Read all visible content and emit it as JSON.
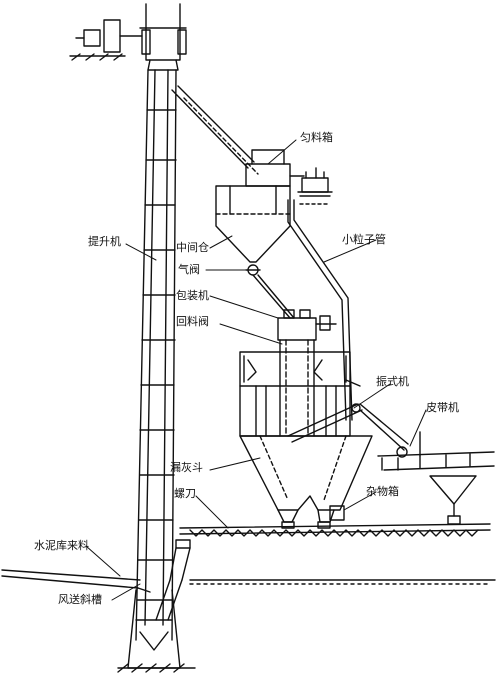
{
  "labels": {
    "distributor": "匀料箱",
    "elevator": "提升机",
    "intermediate_bin": "中间仓",
    "air_valve": "气阀",
    "small_return_pipe": "小粒子管",
    "packer_return_valve": "包装机",
    "packer_return_valve_2": "回料阀",
    "vibrating_screen": "振式机",
    "belt_conveyor": "皮带机",
    "ash_bucket": "漏灰斗",
    "debris_box": "杂物箱",
    "screw": "螺刀",
    "cement_raw_material": "水泥库来料",
    "air_chute": "风送斜槽"
  }
}
